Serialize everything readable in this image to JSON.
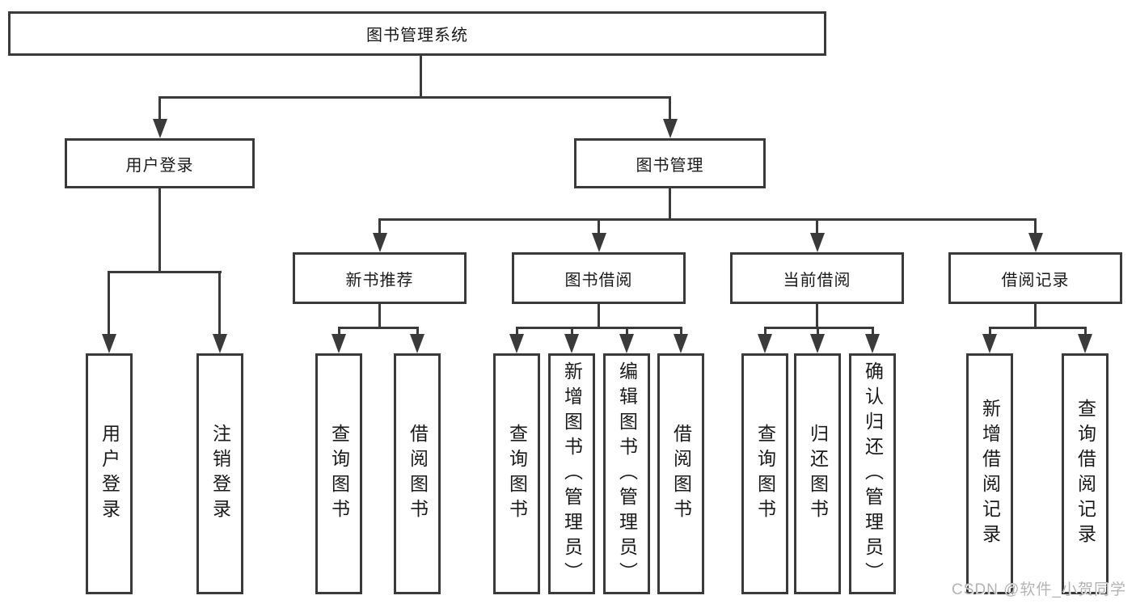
{
  "diagram": {
    "root": "图书管理系统",
    "level2": {
      "user_login": "用户登录",
      "book_management": "图书管理"
    },
    "level3": {
      "new_book_recommend": "新书推荐",
      "book_borrowing": "图书借阅",
      "current_borrowing": "当前借阅",
      "borrowing_records": "借阅记录"
    },
    "leaves": {
      "user_login": "用户登录",
      "logout": "注销登录",
      "recommend_query_books": "查询图书",
      "recommend_borrow_books": "借阅图书",
      "borrowing_query_books": "查询图书",
      "borrowing_add_books_admin": "新增图书（管理员）",
      "borrowing_edit_books_admin": "编辑图书（管理员）",
      "borrowing_borrow_books": "借阅图书",
      "current_query_books": "查询图书",
      "current_return_books": "归还图书",
      "current_confirm_return_admin": "确认归还（管理员）",
      "records_add_record": "新增借阅记录",
      "records_query_record": "查询借阅记录"
    }
  },
  "watermark": "CSDN @软件_小贺同学",
  "colors": {
    "line": "#3a3a3a",
    "border": "#3a3a3a",
    "text": "#1a1a1a",
    "background": "#ffffff",
    "watermark": "#b3b3b3"
  }
}
